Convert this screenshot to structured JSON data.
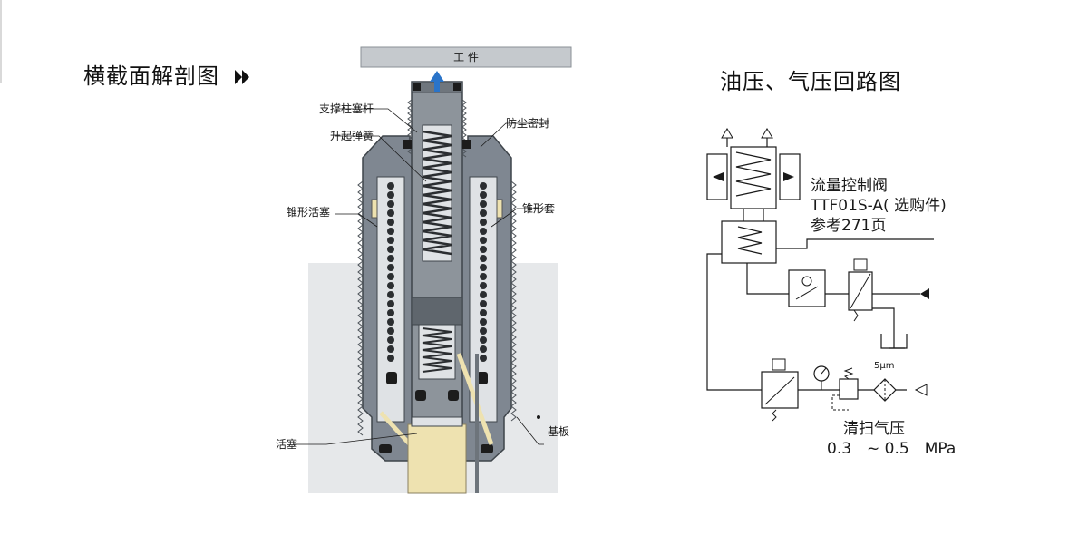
{
  "titles": {
    "cross_section": "横截面解剖图",
    "circuit": "油压、气压回路图"
  },
  "cross_section": {
    "workpiece": "工 件",
    "labels": {
      "support_rod": "支撑柱塞杆",
      "lift_spring": "升起弹簧",
      "dust_seal": "防尘密封",
      "cone_piston": "锥形活塞",
      "cone_sleeve": "锥形套",
      "piston": "活塞",
      "base_plate": "基板"
    }
  },
  "circuit": {
    "flow_valve": {
      "line1": "流量控制阀",
      "line2": "TTF01S-A( 选购件)",
      "line3": "参考271页"
    },
    "filter_spec": "5μm",
    "purge": {
      "line1": "清扫气压",
      "line2": "0.3　~ 0.5　MPa"
    }
  },
  "colors": {
    "body_gray": "#7f8791",
    "base_gray": "#e6e8ea",
    "piston_yellow": "#eee2b0",
    "seal_black": "#1c1c1c",
    "accent_blue": "#2a74c9"
  }
}
